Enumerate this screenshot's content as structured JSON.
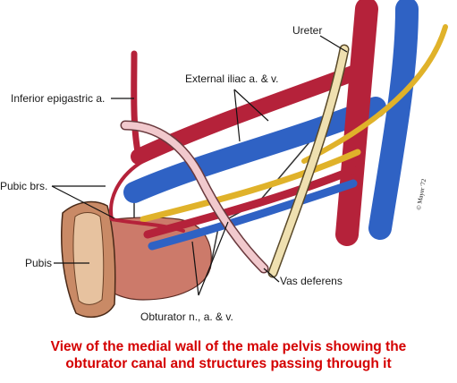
{
  "labels": {
    "ureter": "Ureter",
    "external_iliac": "External iliac a. & v.",
    "inferior_epigastric": "Inferior epigastric a.",
    "pubic_branches": "Pubic brs.",
    "pubis": "Pubis",
    "vas_deferens": "Vas deferens",
    "obturator": "Obturator n., a. & v."
  },
  "signature": "© Mayer '72",
  "caption": {
    "line1": "View of the medial wall of the male pelvis showing the",
    "line2": "obturator canal and structures passing through it"
  },
  "colors": {
    "artery": "#b5223a",
    "vein": "#2f62c4",
    "nerve": "#e0b22a",
    "ureter": "#efe0b0",
    "vas_deferens": "#f1c9cd",
    "pubis": "#c98a66",
    "caption": "#d40000"
  }
}
